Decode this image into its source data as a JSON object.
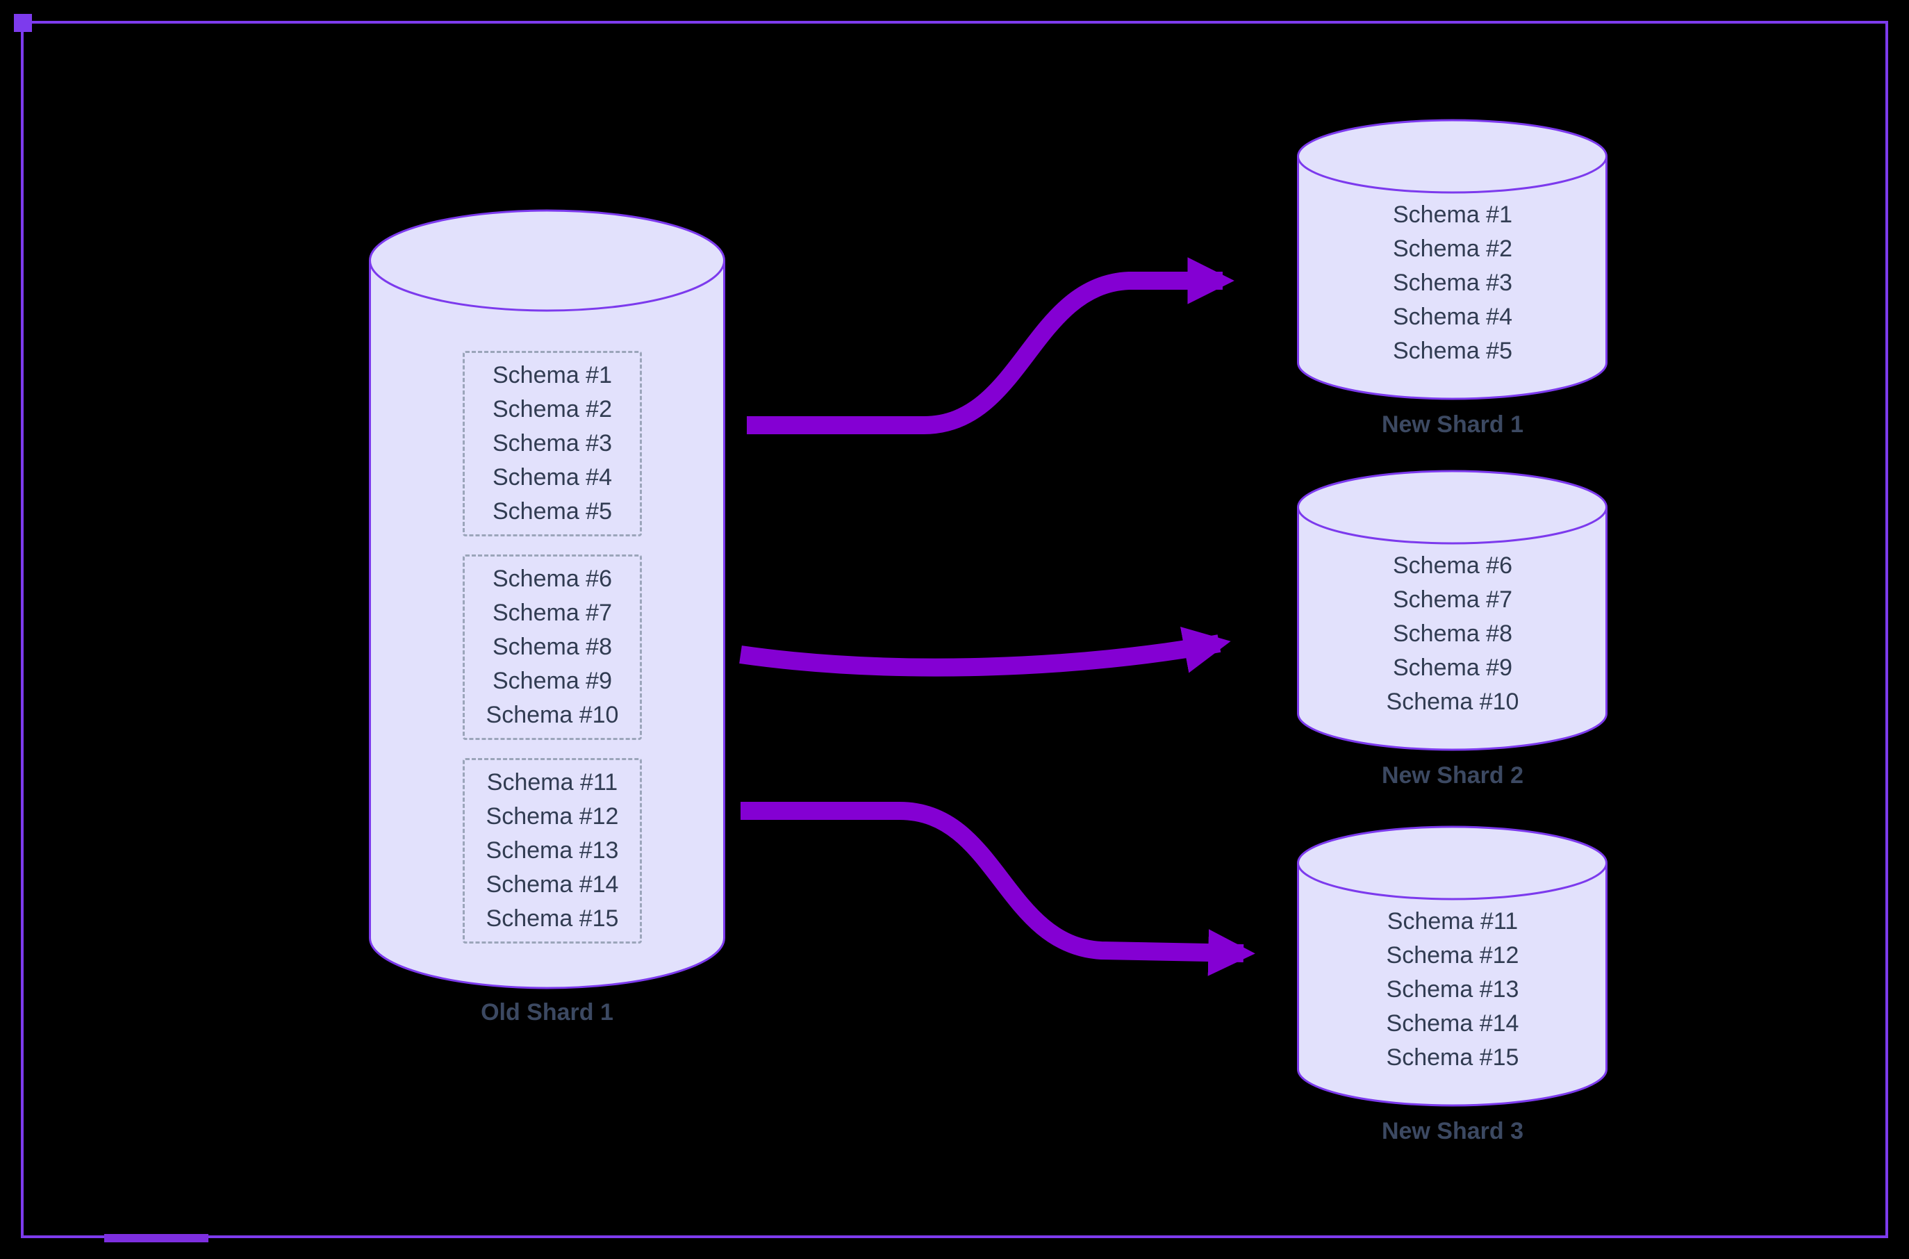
{
  "colors": {
    "background": "#000000",
    "frame_border": "#7d3bed",
    "cylinder_fill": "#e2e1fc",
    "cylinder_stroke": "#7c3aed",
    "arrow": "#8400d3",
    "schema_text": "#313c52",
    "label_text": "#3c4962",
    "dashed_box_border": "#9ba5ba"
  },
  "source_db": {
    "label": "Old Shard 1",
    "groups": [
      [
        "Schema #1",
        "Schema #2",
        "Schema #3",
        "Schema #4",
        "Schema #5"
      ],
      [
        "Schema #6",
        "Schema #7",
        "Schema #8",
        "Schema #9",
        "Schema #10"
      ],
      [
        "Schema #11",
        "Schema #12",
        "Schema #13",
        "Schema #14",
        "Schema #15"
      ]
    ]
  },
  "target_dbs": [
    {
      "label": "New Shard 1",
      "schemas": [
        "Schema #1",
        "Schema #2",
        "Schema #3",
        "Schema #4",
        "Schema #5"
      ]
    },
    {
      "label": "New Shard 2",
      "schemas": [
        "Schema #6",
        "Schema #7",
        "Schema #8",
        "Schema #9",
        "Schema #10"
      ]
    },
    {
      "label": "New Shard 3",
      "schemas": [
        "Schema #11",
        "Schema #12",
        "Schema #13",
        "Schema #14",
        "Schema #15"
      ]
    }
  ]
}
